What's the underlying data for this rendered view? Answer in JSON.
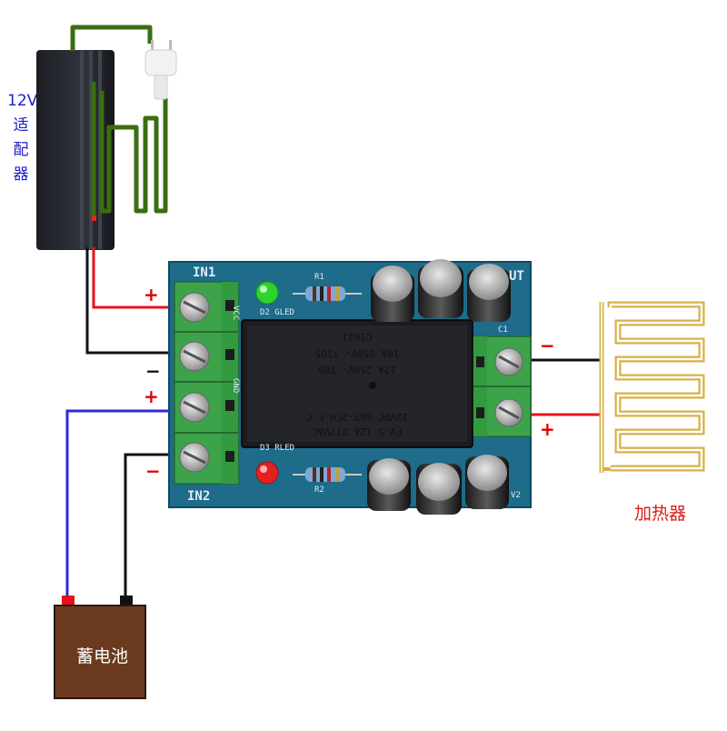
{
  "adapter": {
    "label_lines": [
      "12V",
      "适",
      "配",
      "器"
    ]
  },
  "heater": {
    "label": "加热器"
  },
  "battery": {
    "label": "蓄电池"
  },
  "board": {
    "in1_label": "IN1",
    "in2_label": "IN2",
    "out_label": "UT",
    "vcc_label": "VCC",
    "gnd_label": "GND",
    "led1_label": "D2  GLED",
    "led2_label": "D3  RLED",
    "r1_label": "R1",
    "r2_label": "R2",
    "c_label": "C1",
    "v2_label": "V2"
  },
  "relay": {
    "lines": [
      "C1631",
      "10A 250V~ T105",
      "12A 250V~ T85",
      "12VDC  S07-2CH-F-C",
      "FV-5  12A 277VAC"
    ]
  },
  "polarity": {
    "in1_plus": "+",
    "in1_minus": "−",
    "in2_plus": "+",
    "in2_minus": "−",
    "out_minus": "−",
    "out_plus": "+"
  },
  "colors": {
    "pcb": "#1e6b8a",
    "terminal": "#3ca34a",
    "wire_red": "#e8101a",
    "wire_black": "#111111",
    "wire_blue": "#2a2ad8",
    "wire_green": "#3a6e12",
    "heater_trace": "#d8b048",
    "battery_body": "#6b3a1e"
  }
}
